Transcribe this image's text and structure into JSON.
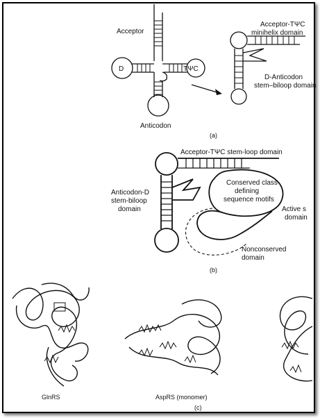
{
  "panel_a": {
    "acceptor": "Acceptor",
    "d_loop": "D",
    "tpsic": "TΨC",
    "anticodon": "Anticodon",
    "minihelix_line1": "Acceptor-TΨC",
    "minihelix_line2": "minihelix domain",
    "stem_line1": "D-Anticodon",
    "stem_line2": "stem–biloop domain",
    "caption": "(a)"
  },
  "panel_b": {
    "acceptor_stem": "Acceptor-TΨC stem-loop domain",
    "anticodon_line1": "Anticodon-D",
    "anticodon_line2": "stem-biloop",
    "anticodon_line3": "domain",
    "conserved_line1": "Conserved class-",
    "conserved_line2": "defining",
    "conserved_line3": "sequence motifs",
    "active_line1": "Active s",
    "active_line2": "domain",
    "nonconserved_line1": "Nonconserved",
    "nonconserved_line2": "domain",
    "caption": "(b)"
  },
  "panel_c": {
    "gln": "GlnRS",
    "asp": "AspRS (monomer)",
    "caption": "(c)"
  }
}
